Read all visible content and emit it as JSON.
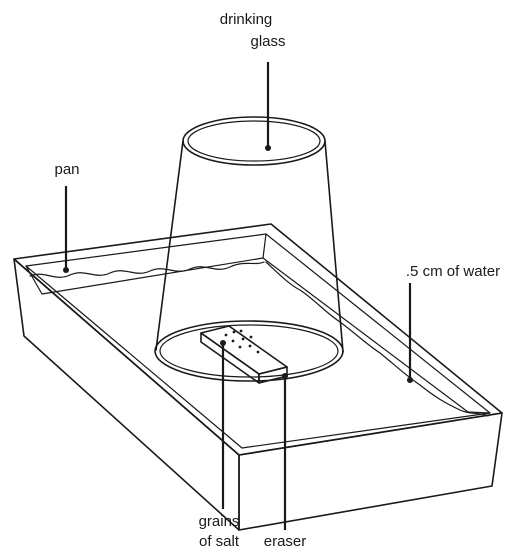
{
  "labels": {
    "drinking_glass_line1": "drinking",
    "drinking_glass_line2": "glass",
    "pan": "pan",
    "water": ".5 cm of water",
    "grains_line1": "grains",
    "grains_line2": "of salt",
    "eraser": "eraser"
  }
}
